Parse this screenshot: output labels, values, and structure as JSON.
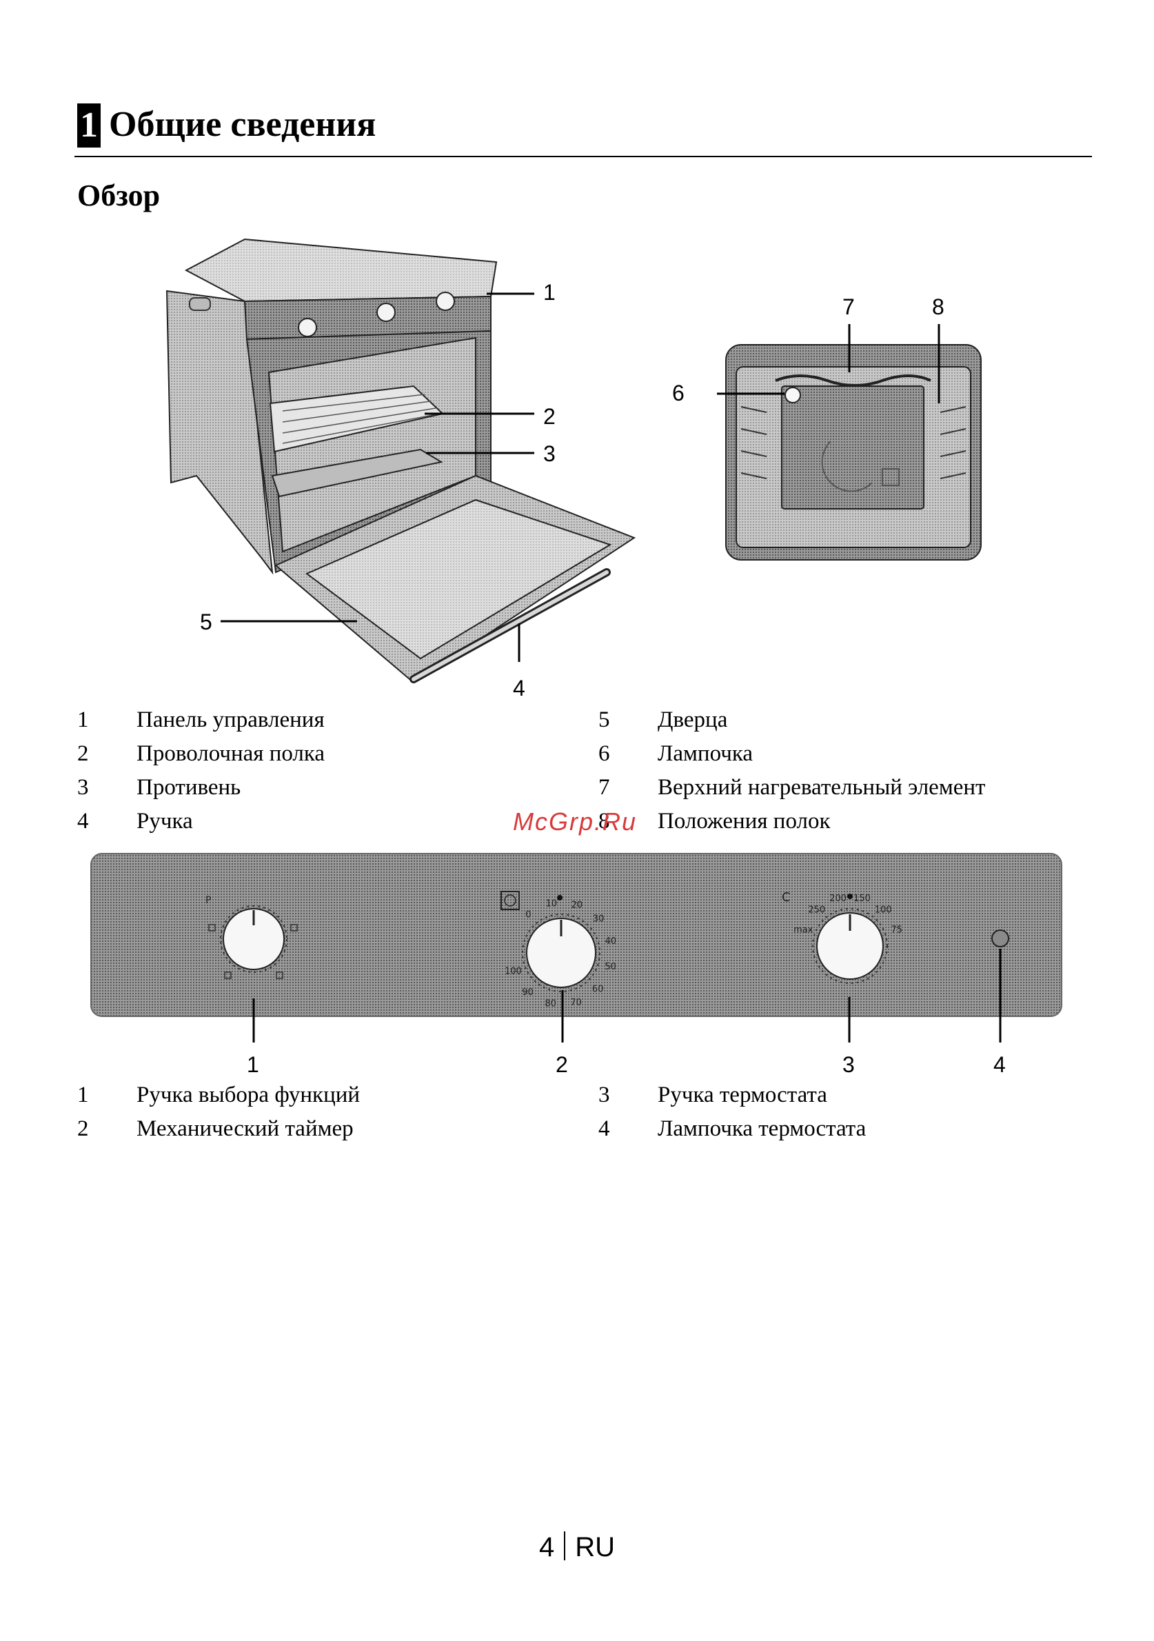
{
  "header": {
    "section_number": "1",
    "section_title": "Общие сведения",
    "subsection_title": "Обзор"
  },
  "oven_figure": {
    "callouts": [
      "1",
      "2",
      "3",
      "4",
      "5"
    ]
  },
  "interior_figure": {
    "callouts": [
      "6",
      "7",
      "8"
    ]
  },
  "legend_1": [
    {
      "num": "1",
      "text": "Панель управления"
    },
    {
      "num": "2",
      "text": "Проволочная полка"
    },
    {
      "num": "3",
      "text": "Противень"
    },
    {
      "num": "4",
      "text": "Ручка"
    },
    {
      "num": "5",
      "text": "Дверца"
    },
    {
      "num": "6",
      "text": "Лампочка"
    },
    {
      "num": "7",
      "text": "Верхний нагревательный элемент"
    },
    {
      "num": "8",
      "text": "Положения полок"
    }
  ],
  "control_panel": {
    "callouts": [
      "1",
      "2",
      "3",
      "4"
    ],
    "timer_ticks": [
      "0",
      "10",
      "20",
      "30",
      "40",
      "50",
      "60",
      "70",
      "80",
      "90",
      "100"
    ],
    "thermostat_ticks": [
      "max",
      "250",
      "200",
      "150",
      "100",
      "75"
    ],
    "function_knob_letter": "P",
    "thermostat_unit": "C"
  },
  "legend_2": [
    {
      "num": "1",
      "text": "Ручка выбора функций"
    },
    {
      "num": "2",
      "text": "Механический таймер"
    },
    {
      "num": "3",
      "text": "Ручка термостата"
    },
    {
      "num": "4",
      "text": "Лампочка термостата"
    }
  ],
  "watermark": "McGrp.Ru",
  "footer": {
    "page_number": "4",
    "language": "RU"
  }
}
